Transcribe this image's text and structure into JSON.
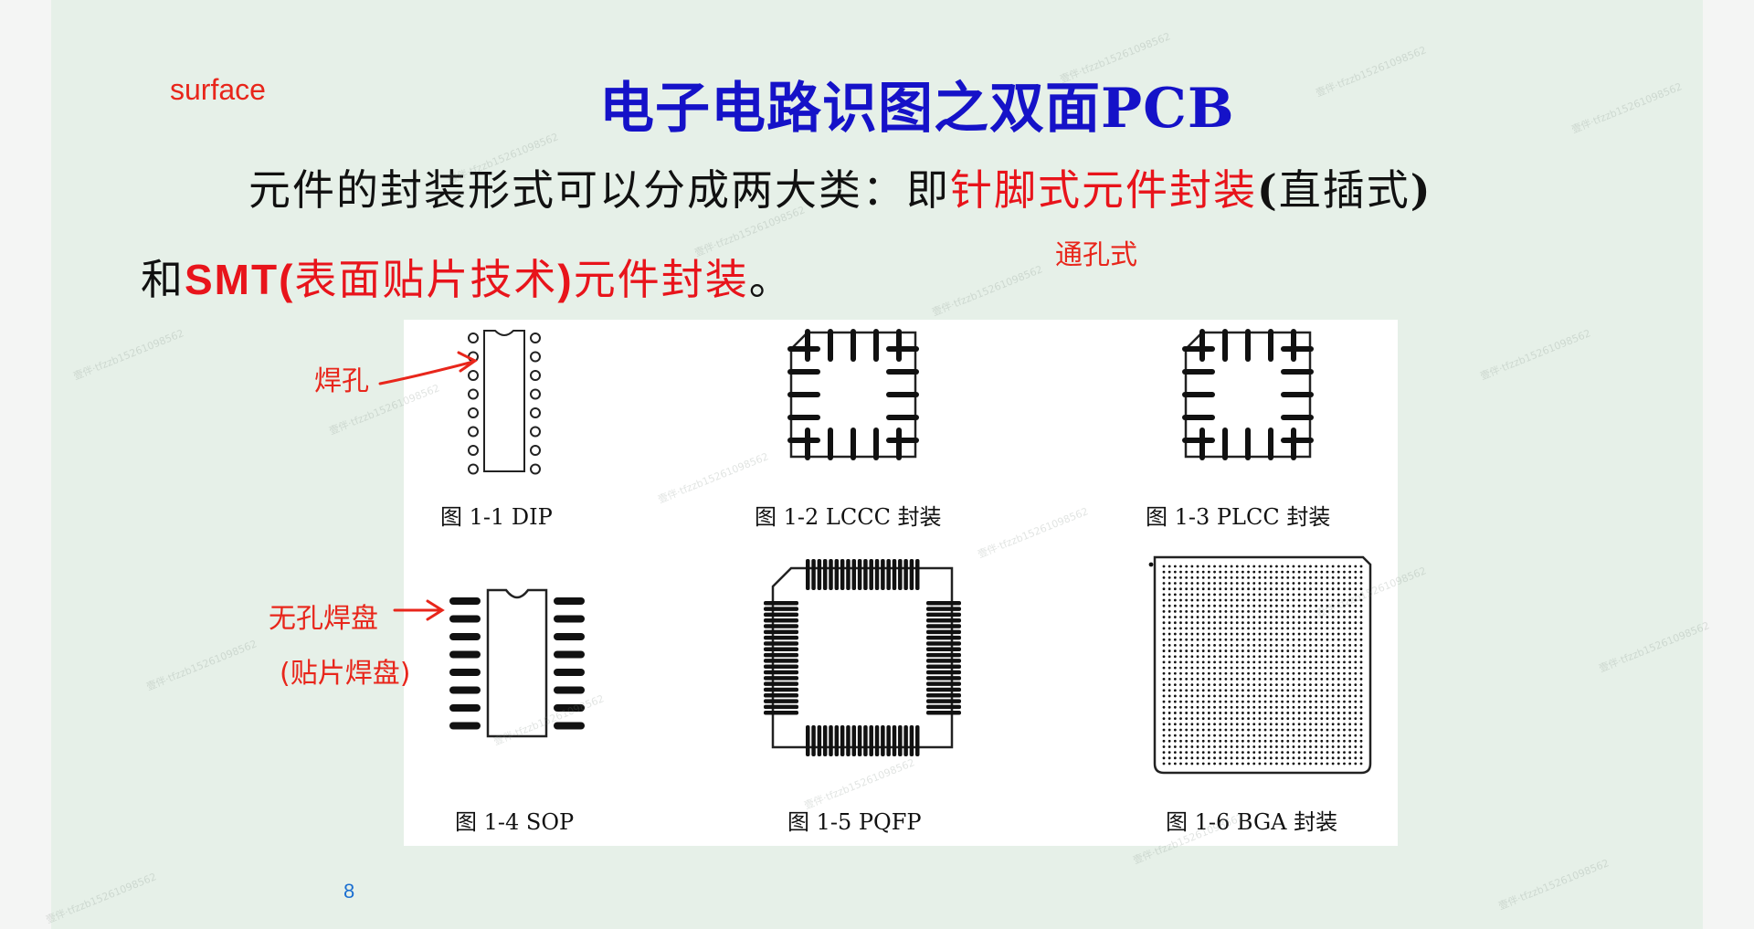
{
  "slide": {
    "title": "电子电路识图之双面PCB",
    "annotation_surface": "surface",
    "line1": {
      "part1": "元件的封装形式可以分成两大类：即",
      "part2": "针脚式元件封装",
      "part3": "(",
      "part4": "直插式",
      "part5": ")"
    },
    "line2": {
      "part1": "和",
      "part2": "SMT(",
      "part3": "表面贴片技术",
      "part4": ")",
      "part5": "元件封装",
      "part6": "。"
    },
    "annotation_through_hole": "通孔式",
    "label_solder_hole": "焊孔",
    "label_padless_1": "无孔焊盘",
    "label_padless_2": "(贴片焊盘)",
    "page_number": "8"
  },
  "figure": {
    "captions": {
      "fig1": "图 1-1   DIP",
      "fig2": "图 1-2   LCCC 封装",
      "fig3": "图 1-3   PLCC 封装",
      "fig4": "图 1-4   SOP",
      "fig5": "图 1-5   PQFP",
      "fig6": "图 1-6   BGA 封装"
    }
  },
  "colors": {
    "title": "#1512c8",
    "emphasis": "#e8141b",
    "annotation": "#e8261b",
    "slide_background": "#e6f0e8",
    "page_number": "#1b6fd1"
  }
}
